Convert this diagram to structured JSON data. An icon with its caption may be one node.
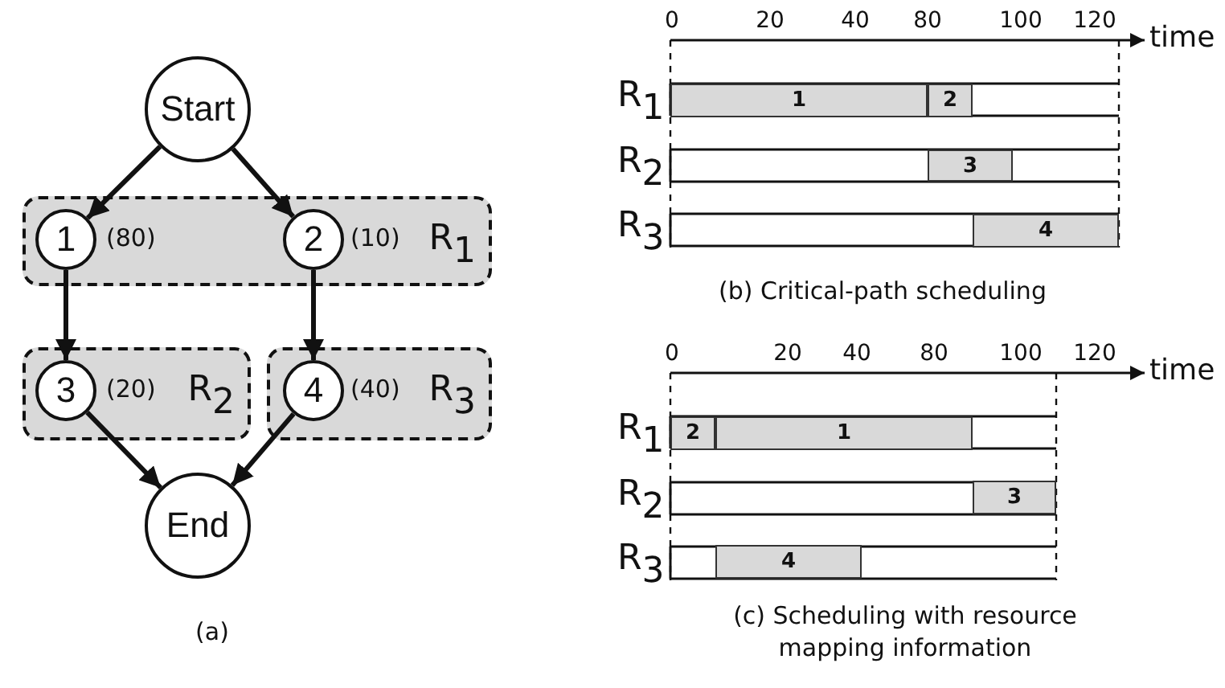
{
  "diagram": {
    "nodes": [
      {
        "text": [
          "Start"
        ]
      },
      {
        "text": [
          "R$_{1}$"
        ]
      },
      {
        "text": [
          "1"
        ],
        "in": 1,
        "beside": [
          "(80)"
        ]
      },
      {
        "text": [
          "2"
        ],
        "in": 1,
        "beside": [
          "(10)"
        ]
      },
      {
        "text": [
          "R$_{2}$"
        ]
      },
      {
        "text": [
          "3"
        ],
        "in": 4,
        "beside": [
          "(20)"
        ]
      },
      {
        "text": [
          "R$_{3}$"
        ]
      },
      {
        "text": [
          "4"
        ],
        "in": 6,
        "beside": [
          "(40)"
        ]
      },
      {
        "text": [
          "End"
        ]
      },
      {
        "text": [
          "1"
        ]
      },
      {
        "text": [
          "2"
        ]
      },
      {
        "text": [
          "3"
        ]
      },
      {
        "text": [
          "4"
        ]
      },
      {
        "text": [
          "2"
        ]
      },
      {
        "text": [
          "1"
        ]
      },
      {
        "text": [
          "3"
        ]
      },
      {
        "text": [
          "4"
        ]
      }
    ],
    "edges": [
      {
        "from": 0,
        "to": 2,
        "arrow": "to"
      },
      {
        "from": 0,
        "to": 3,
        "arrow": "to"
      },
      {
        "from": 2,
        "to": 5,
        "arrow": "to"
      },
      {
        "from": 3,
        "to": 7,
        "arrow": "to"
      },
      {
        "from": 5,
        "to": 8,
        "arrow": "to"
      },
      {
        "from": 7,
        "to": 8,
        "arrow": "to"
      }
    ],
    "labels": [
      "(a)",
      "0",
      "20",
      "40",
      "80",
      "100",
      "120",
      "time",
      "R$_{1}$",
      "R$_{2}$",
      "R$_{3}$",
      "(b) Critical-path scheduling",
      "0",
      "20",
      "40",
      "80",
      "100",
      "120",
      "time",
      "R$_{1}$",
      "R$_{2}$",
      "R$_{3}$",
      "(c) Scheduling with resource mapping information"
    ]
  }
}
